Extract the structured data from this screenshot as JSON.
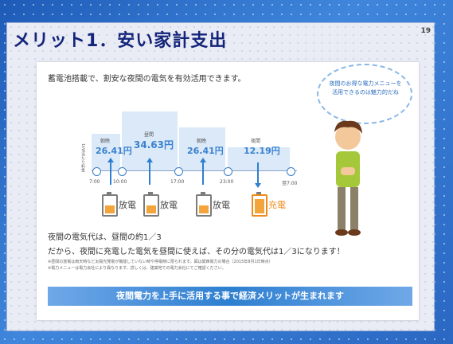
{
  "slide": {
    "title": "メリット1．安い家計支出",
    "page_number": "19",
    "subtitle": "蓄電池搭載で、割安な夜間の電気を有効活用できます。",
    "bubble_text": "夜間のお得な電力メニューを活用できるのは魅力的だね",
    "chart": {
      "ylabel": "1kW当たり料金",
      "periods": [
        {
          "label": "朝晩",
          "price": "26.41円"
        },
        {
          "label": "昼間",
          "price": "34.63円"
        },
        {
          "label": "朝晩",
          "price": "26.41円"
        },
        {
          "label": "夜間",
          "price": "12.19円"
        }
      ],
      "times": [
        "7:00",
        "10:00",
        "17:00",
        "23:00",
        "翌7:00"
      ],
      "battery_labels": [
        "放電",
        "放電",
        "放電",
        "充電"
      ]
    },
    "notes": {
      "line1": "夜間の電気代は、昼間の約1／3",
      "line2": "だから、夜間に充電した電気を昼間に使えば、その分の電気代は1／3になります！",
      "fine1": "※昼間の放電は雨天時など太陽光発電が機能していない時や停電時に限られます。図は関西電力の場合（2015年8月1日時点）",
      "fine2": "※電力メニューは電力会社により異なります。詳しくは、建築地での電力会社にてご確認ください。"
    },
    "banner": "夜間電力を上手に活用する事で経済メリットが生まれます"
  }
}
